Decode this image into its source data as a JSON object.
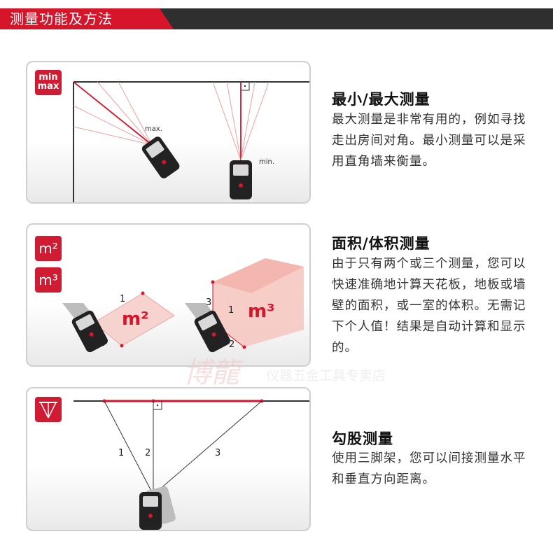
{
  "header": {
    "title": "测量功能及方法"
  },
  "panels": [
    {
      "id": "minmax",
      "badge": [
        "min",
        "max"
      ],
      "diagram_labels": {
        "max": "max.",
        "min": "min."
      },
      "title": "最小/最大测量",
      "body": "最大测量是非常有用的，例如寻找走出房间对角。最小测量可以是采用直角墙来衡量。"
    },
    {
      "id": "area-volume",
      "badges": [
        "m²",
        "m³"
      ],
      "diagram_labels": {
        "area": "m²",
        "volume": "m³",
        "n1": "1",
        "n2": "2",
        "n3": "3"
      },
      "title": "面积/体积测量",
      "body": "由于只有两个或三个测量，您可以快速准确地计算天花板，地板或墙壁的面积，或一室的体积。无需记下个人值！结果是自动计算和显示的。"
    },
    {
      "id": "pythagoras",
      "diagram_labels": {
        "n1": "1",
        "n2": "2",
        "n3": "3"
      },
      "title": "勾股测量",
      "body": "使用三脚架，您可以间接测量水平和垂直方向距离。"
    }
  ],
  "watermark": {
    "logo": "博龍",
    "text": "仪器五金工具专卖店"
  },
  "colors": {
    "accent": "#d6142a",
    "header_dark": "#2f2f2f"
  }
}
